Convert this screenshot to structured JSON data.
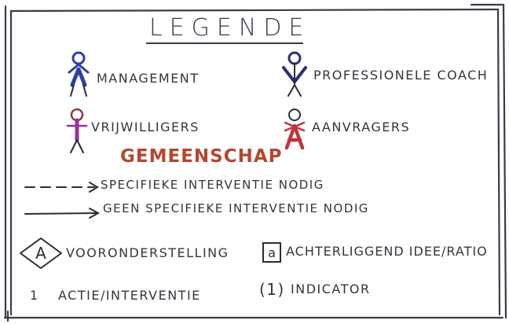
{
  "title": "LEGENDE",
  "roles": [
    {
      "label": "MANAGEMENT",
      "color": "#2d3fa6"
    },
    {
      "label": "PROFESSIONELE COACH",
      "color": "#2c2e7a"
    },
    {
      "label": "VRIJWILLIGERS",
      "color": "#9a2fa0"
    },
    {
      "label": "AANVRAGERS",
      "color": "#c2333a"
    }
  ],
  "community": {
    "label": "GEMEENSCHAP",
    "color": "#b5472d"
  },
  "arrows": [
    {
      "style": "dashed",
      "label": "SPECIFIEKE INTERVENTIE NODIG"
    },
    {
      "style": "solid",
      "label": "GEEN SPECIFIEKE INTERVENTIE NODIG"
    }
  ],
  "symbols": [
    {
      "icon": "diamond-letter-icon",
      "glyph": "A",
      "label": "VOORONDERSTELLING"
    },
    {
      "icon": "square-letter-icon",
      "glyph": "a",
      "label": "ACHTERLIGGEND IDEE/RATIO"
    },
    {
      "icon": "number-icon",
      "glyph": "1",
      "label": "ACTIE/INTERVENTIE"
    },
    {
      "icon": "parenthesized-number-icon",
      "glyph": "(1)",
      "label": "INDICATOR"
    }
  ]
}
